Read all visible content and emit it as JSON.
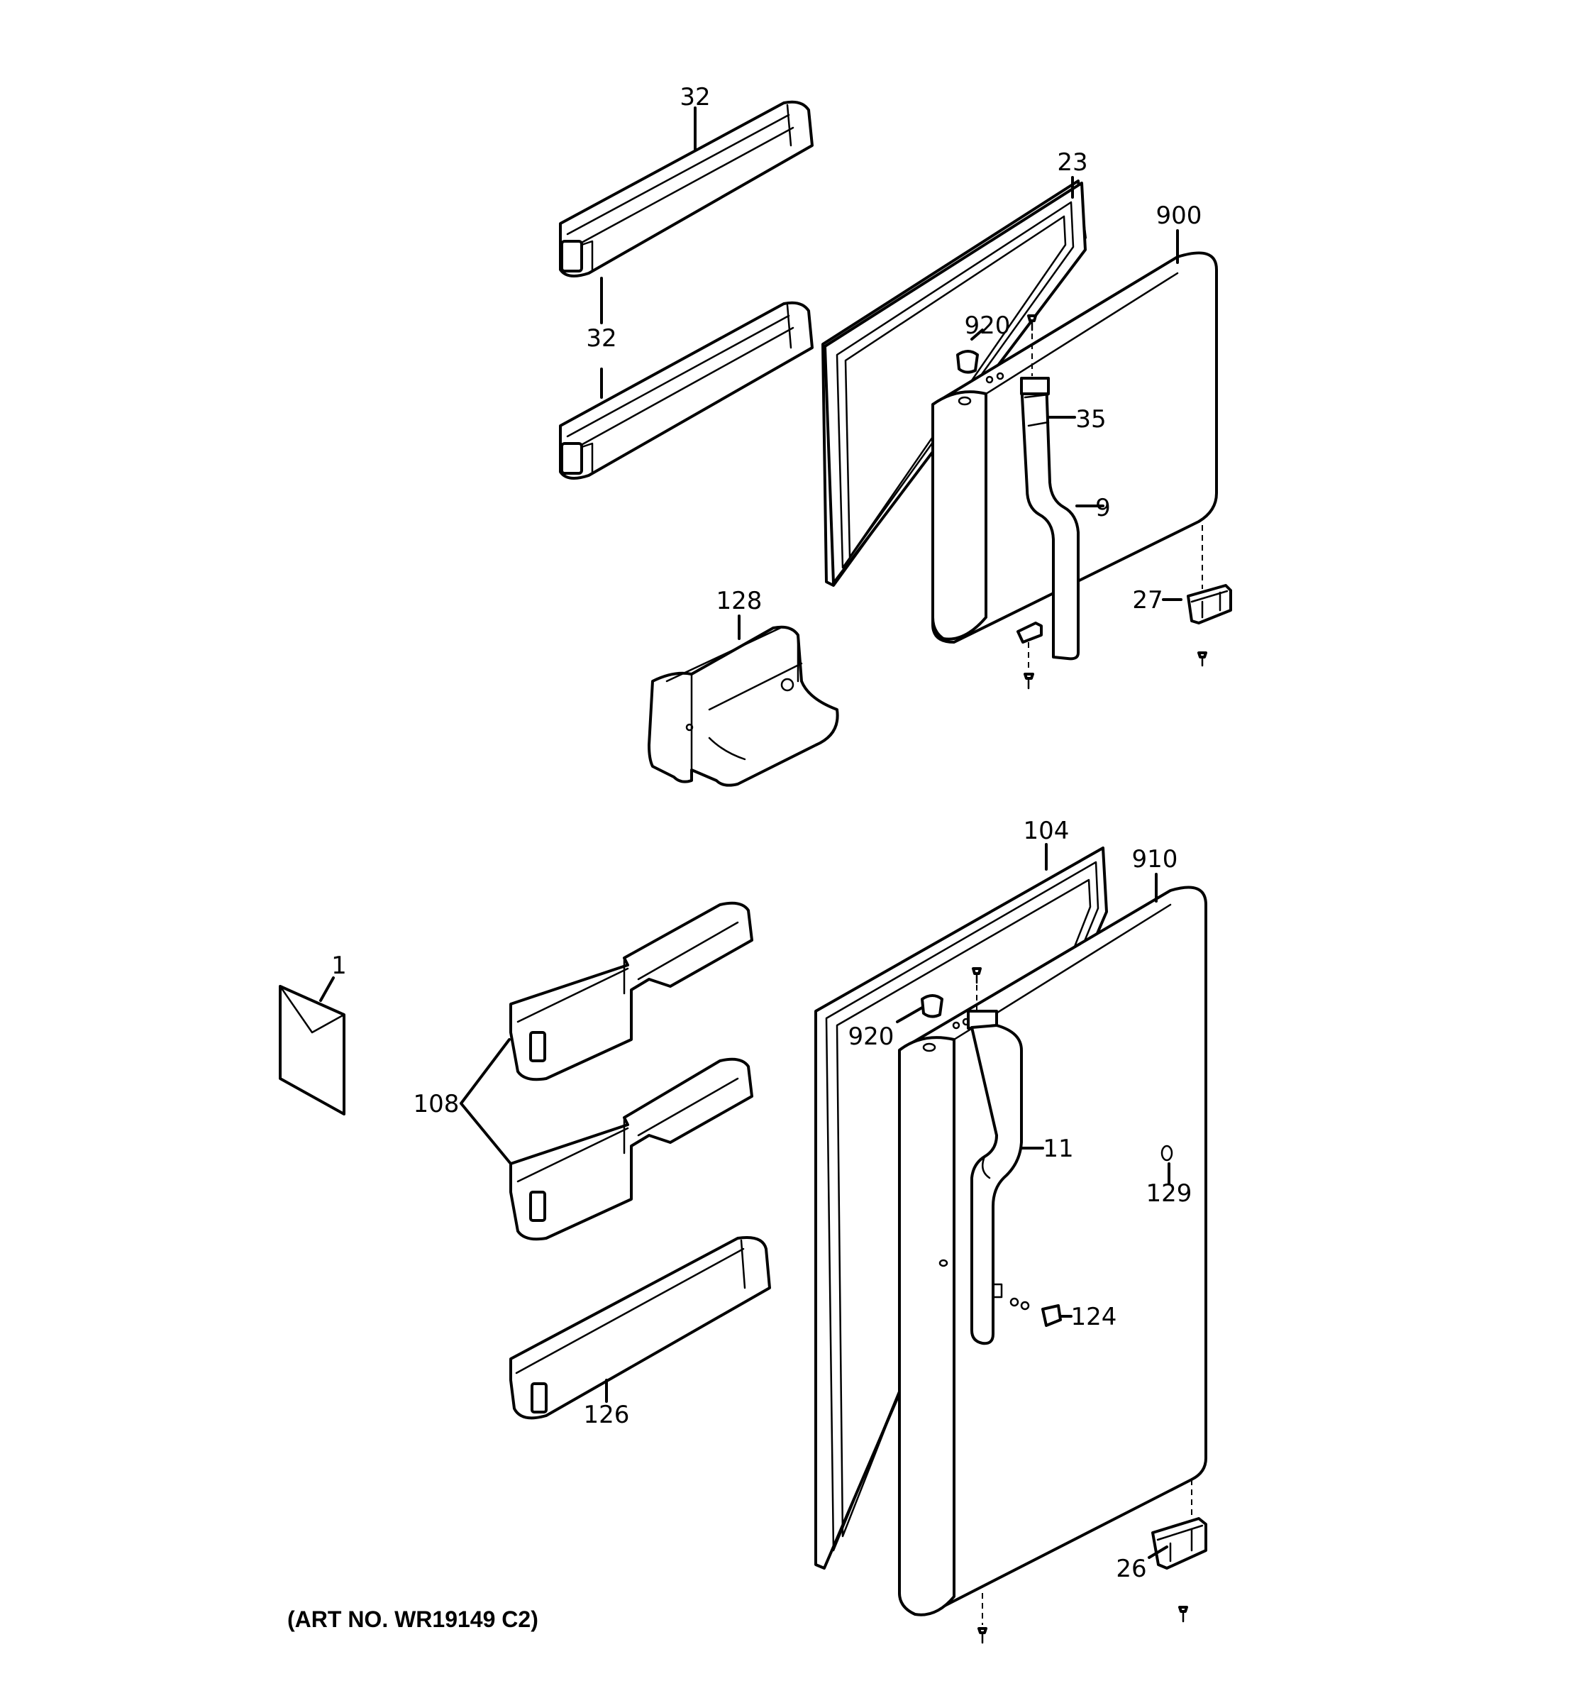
{
  "callouts": {
    "c32a": "32",
    "c32b": "32",
    "c23": "23",
    "c900": "900",
    "c920a": "920",
    "c35": "35",
    "c9": "9",
    "c27": "27",
    "c128": "128",
    "c104": "104",
    "c910": "910",
    "c1": "1",
    "c920b": "920",
    "c108": "108",
    "c11": "11",
    "c129": "129",
    "c124": "124",
    "c126": "126",
    "c26": "26"
  },
  "art_number": "(ART NO. WR19149 C2)"
}
